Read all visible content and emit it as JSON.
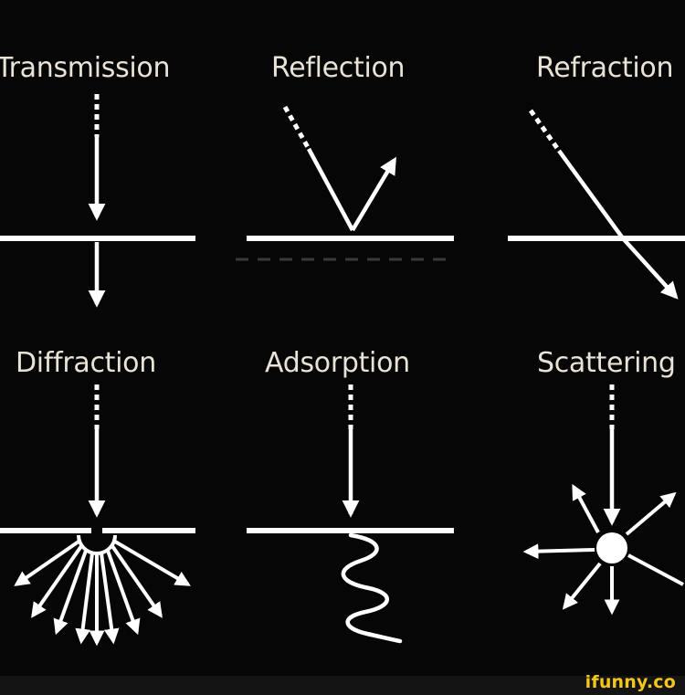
{
  "labels": {
    "transmission": "Transmission",
    "reflection": "Reflection",
    "refraction": "Refraction",
    "diffraction": "Diffraction",
    "adsorption": "Adsorption",
    "scattering": "Scattering"
  },
  "watermark": "ifunny.co",
  "colors": {
    "background": "#060606",
    "lines": "#ffffff",
    "label_text": "#e9e2d6",
    "watermark": "#f3c71a"
  }
}
